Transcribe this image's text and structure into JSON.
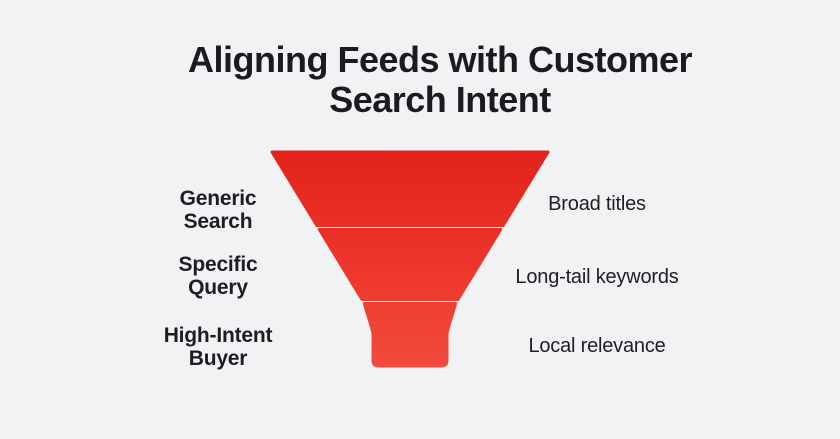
{
  "background_color": "#f1f2f4",
  "title": {
    "line1": "Aligning Feeds with Customer",
    "line2": "Search Intent"
  },
  "funnel": {
    "divider_color": "#ffffff",
    "segment_colors": {
      "top": "#e2231b",
      "middle": "#ee362c",
      "bottom": "#f14b3e"
    },
    "stages": [
      {
        "left_lines": [
          "Generic",
          "Search"
        ],
        "right_label": "Broad titles"
      },
      {
        "left_lines": [
          "Specific",
          "Query"
        ],
        "right_label": "Long-tail keywords"
      },
      {
        "left_lines": [
          "High-Intent",
          "Buyer"
        ],
        "right_label": "Local relevance"
      }
    ]
  }
}
